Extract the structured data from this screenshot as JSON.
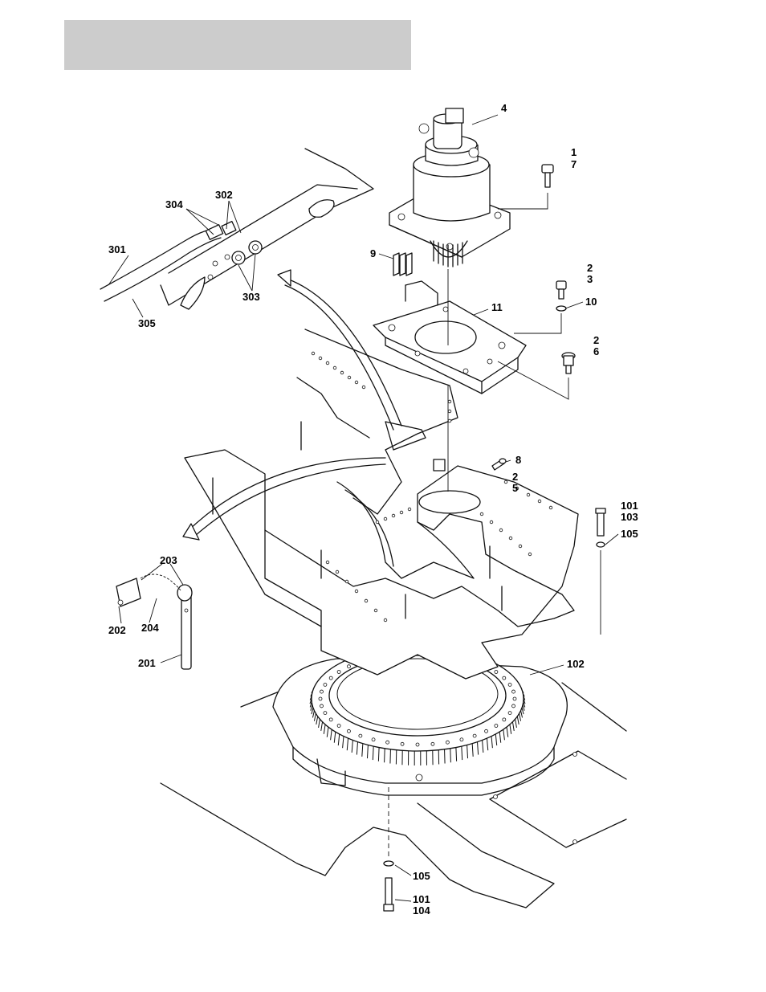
{
  "labels": [
    {
      "key": "l4",
      "text": "4"
    },
    {
      "key": "l1",
      "text": "1"
    },
    {
      "key": "l7",
      "text": "7"
    },
    {
      "key": "l302",
      "text": "302"
    },
    {
      "key": "l304",
      "text": "304"
    },
    {
      "key": "l301",
      "text": "301"
    },
    {
      "key": "l305",
      "text": "305"
    },
    {
      "key": "l303",
      "text": "303"
    },
    {
      "key": "l9",
      "text": "9"
    },
    {
      "key": "l2a",
      "text": "2"
    },
    {
      "key": "l3",
      "text": "3"
    },
    {
      "key": "l10",
      "text": "10"
    },
    {
      "key": "l11",
      "text": "11"
    },
    {
      "key": "l2b",
      "text": "2"
    },
    {
      "key": "l6",
      "text": "6"
    },
    {
      "key": "l8",
      "text": "8"
    },
    {
      "key": "l2c",
      "text": "2"
    },
    {
      "key": "l5",
      "text": "5"
    },
    {
      "key": "l101a",
      "text": "101"
    },
    {
      "key": "l103",
      "text": "103"
    },
    {
      "key": "l105a",
      "text": "105"
    },
    {
      "key": "l203",
      "text": "203"
    },
    {
      "key": "l202",
      "text": "202"
    },
    {
      "key": "l204",
      "text": "204"
    },
    {
      "key": "l201",
      "text": "201"
    },
    {
      "key": "l102",
      "text": "102"
    },
    {
      "key": "l105b",
      "text": "105"
    },
    {
      "key": "l101b",
      "text": "101"
    },
    {
      "key": "l104",
      "text": "104"
    }
  ]
}
